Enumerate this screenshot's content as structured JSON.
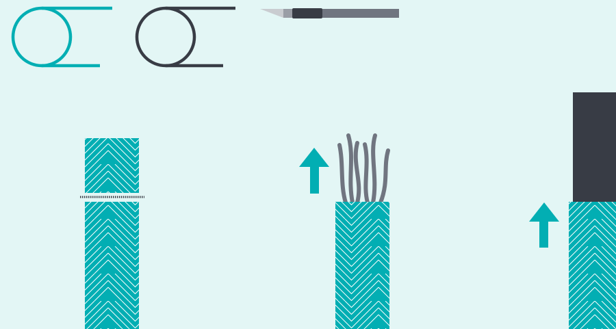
{
  "illustration": {
    "colors": {
      "background": "#e3f6f5",
      "teal": "#02aeb3",
      "dark": "#383c45",
      "gray": "#707580",
      "pattern_lines": "#ffffff",
      "blade": "#c9ccd0"
    },
    "icons": [
      "teal-wire-loop-icon",
      "dark-wire-loop-icon",
      "craft-knife-icon",
      "up-arrow-icon"
    ],
    "steps": [
      {
        "name": "cut-sleeve"
      },
      {
        "name": "pull-back-sleeve"
      },
      {
        "name": "cover-with-heat-shrink"
      }
    ]
  }
}
